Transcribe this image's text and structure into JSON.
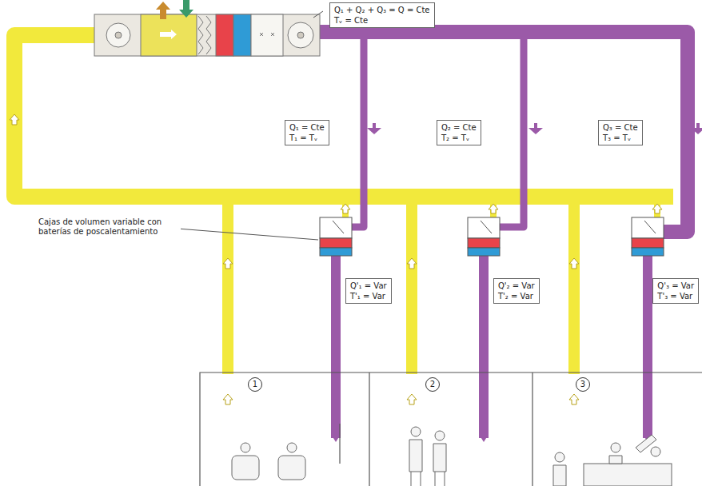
{
  "diagram": {
    "nodes": [
      {
        "text": [
          "Q₁ + Q₂ + Q₃ = Q = Cte",
          "Tᵥ = Cte"
        ]
      },
      {
        "text": [
          "Q₁ = Cte",
          "T₁ = Tᵥ"
        ]
      },
      {
        "text": [
          "Q₂ = Cte",
          "T₂ = Tᵥ"
        ]
      },
      {
        "text": [
          "Q₃ = Cte",
          "T₃ = Tᵥ"
        ]
      },
      {
        "text": [
          "Q'₁ = Var",
          "T'₁ = Var"
        ]
      },
      {
        "text": [
          "Q'₂ = Var",
          "T'₂ = Var"
        ]
      },
      {
        "text": [
          "Q'₃ = Var",
          "T'₃ = Var"
        ]
      }
    ],
    "labels": [
      "Cajas de volumen variable con baterías de poscalentamiento",
      "1",
      "2",
      "3"
    ]
  }
}
